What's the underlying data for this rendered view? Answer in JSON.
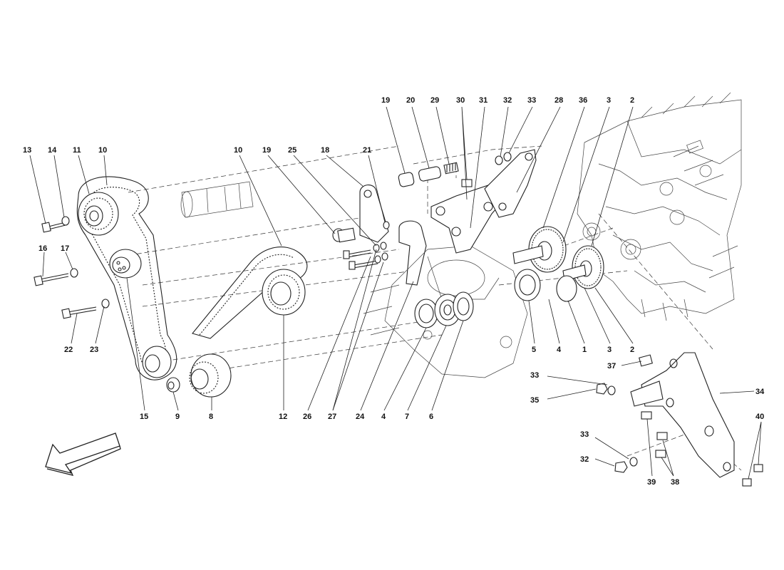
{
  "labels": {
    "l13": "13",
    "l14": "14",
    "l11": "11",
    "l10a": "10",
    "l10b": "10",
    "l19a": "19",
    "l25": "25",
    "l18": "18",
    "l21": "21",
    "l19b": "19",
    "l20": "20",
    "l29": "29",
    "l30": "30",
    "l31": "31",
    "l32a": "32",
    "l33a": "33",
    "l28": "28",
    "l36": "36",
    "l3a": "3",
    "l2a": "2",
    "l16": "16",
    "l17": "17",
    "l22": "22",
    "l23": "23",
    "l15": "15",
    "l9": "9",
    "l8": "8",
    "l12": "12",
    "l26": "26",
    "l27": "27",
    "l24": "24",
    "l4a": "4",
    "l7": "7",
    "l6": "6",
    "l5": "5",
    "l4b": "4",
    "l1": "1",
    "l3b": "3",
    "l2b": "2",
    "l37": "37",
    "l33b": "33",
    "l35": "35",
    "l34": "34",
    "l33c": "33",
    "l32b": "32",
    "l39": "39",
    "l38": "38",
    "l40": "40"
  },
  "icons": {
    "direction": "arrow-front-left-icon"
  }
}
